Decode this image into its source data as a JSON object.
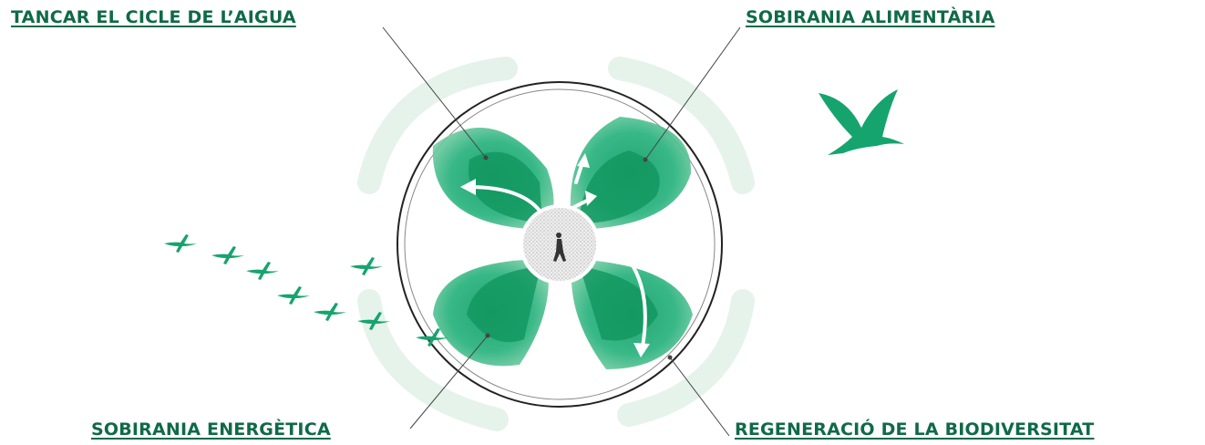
{
  "labels": {
    "top_left": "TANCAR EL CICLE DE L’AIGUA",
    "top_right": "SOBIRANIA ALIMENTÀRIA",
    "bottom_left": "SOBIRANIA ENERGÈTICA",
    "bottom_right": "REGENERACIÓ DE LA BIODIVERSITAT"
  },
  "colors": {
    "label": "#0f6a48",
    "green_dark": "#0a8a5a",
    "green_mid": "#1fae74",
    "green_light": "#bfe6d3",
    "bird": "#16a46e",
    "ring": "#222222"
  }
}
